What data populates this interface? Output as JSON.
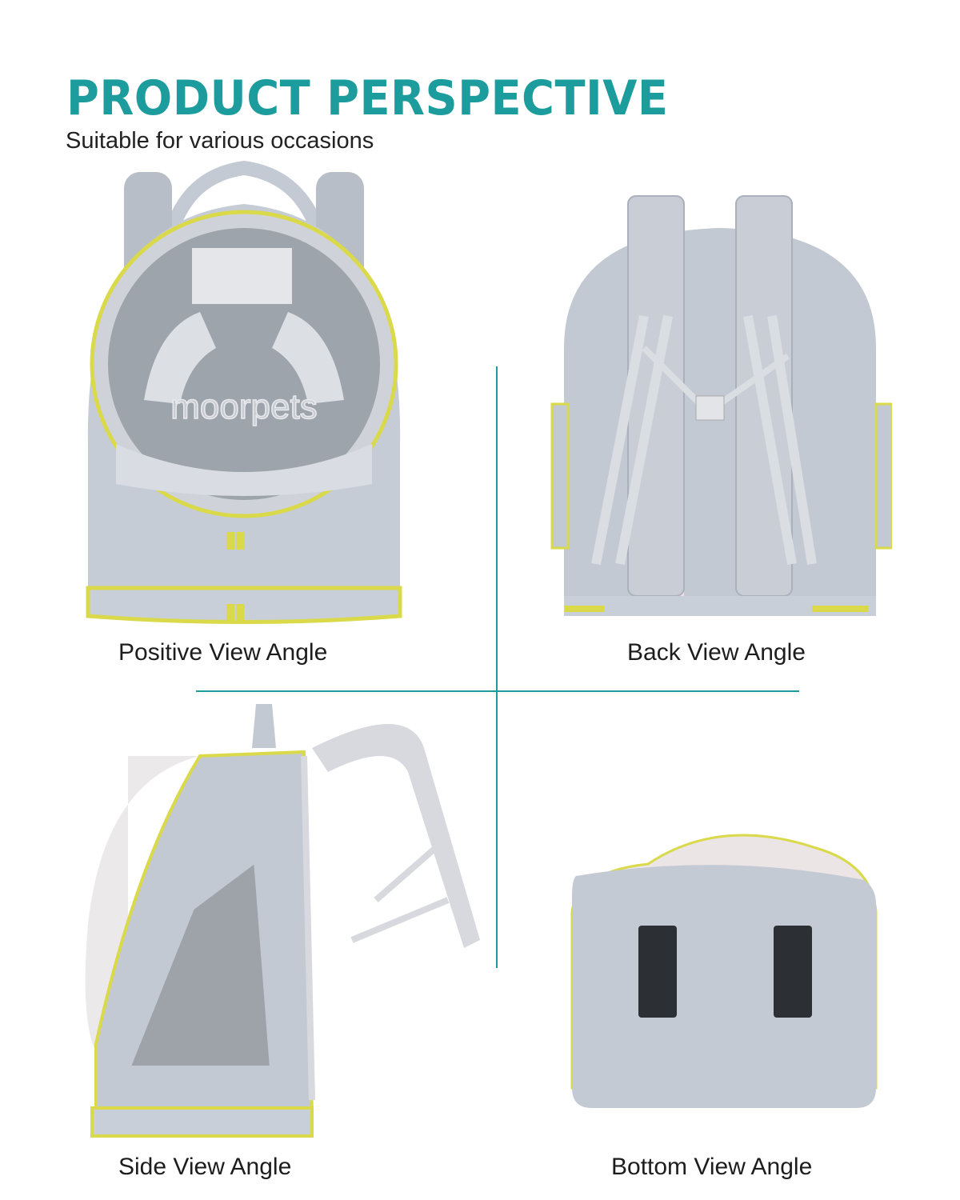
{
  "header": {
    "title": "PRODUCT PERSPECTIVE",
    "subtitle": "Suitable for various occasions"
  },
  "views": [
    {
      "caption": "Positive View Angle"
    },
    {
      "caption": "Back View Angle"
    },
    {
      "caption": "Side View Angle"
    },
    {
      "caption": "Bottom View Angle"
    }
  ],
  "product": {
    "logo_text": "moorpets"
  },
  "colors": {
    "accent": "#1c9c9d",
    "body": "#c6ccd6",
    "zipper": "#d9d94a",
    "mesh": "#f3dce2"
  }
}
